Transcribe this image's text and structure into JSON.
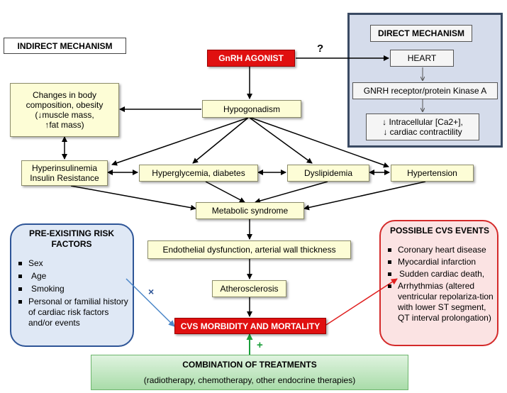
{
  "indirect_label": "INDIRECT MECHANISM",
  "gnrh_agonist": "GnRH AGONIST",
  "question_mark": "?",
  "direct": {
    "title": "DIRECT MECHANISM",
    "heart": "HEART",
    "receptor": "GNRH receptor/protein Kinase A",
    "effect_line1": "↓ Intracellular [Ca2+],",
    "effect_line2": "↓ cardiac contractility"
  },
  "body_comp": {
    "line1": "Changes in body",
    "line2": "composition, obesity",
    "line3": "(↓muscle mass,",
    "line4": "↑fat mass)"
  },
  "hypogonadism": "Hypogonadism",
  "hyperinsulinemia_line1": "Hyperinsulinemia",
  "hyperinsulinemia_line2": "Insulin Resistance",
  "hyperglycemia": "Hyperglycemia, diabetes",
  "dyslipidemia": "Dyslipidemia",
  "hypertension": "Hypertension",
  "metabolic": "Metabolic syndrome",
  "endothelial": "Endothelial dysfunction, arterial wall thickness",
  "atherosclerosis": "Atherosclerosis",
  "cvs_morbidity": "CVS MORBIDITY AND MORTALITY",
  "risk": {
    "title_line1": "PRE-EXISITING RISK",
    "title_line2": "FACTORS",
    "items": [
      "Sex",
      "Age",
      "Smoking",
      "Personal or familial history of cardiac risk factors and/or events"
    ]
  },
  "risk_sign": "×",
  "events": {
    "title": "POSSIBLE CVS EVENTS",
    "items": [
      "Coronary heart disease",
      "Myocardial infarction",
      "Sudden cardiac death,",
      "Arrhythmias (altered ventricular repolariza-tion with lower ST segment, QT interval prolongation)"
    ]
  },
  "plus_sign": "+",
  "combination": {
    "title": "COMBINATION OF TREATMENTS",
    "subtitle": "(radiotherapy, chemotherapy, other endocrine therapies)"
  },
  "colors": {
    "red": "#e01010",
    "cream": "#fdfdd6",
    "direct_panel": "#d5dceb",
    "risk_border": "#2e5597",
    "events_border": "#d42a2a",
    "green": "#1a9e3a"
  }
}
